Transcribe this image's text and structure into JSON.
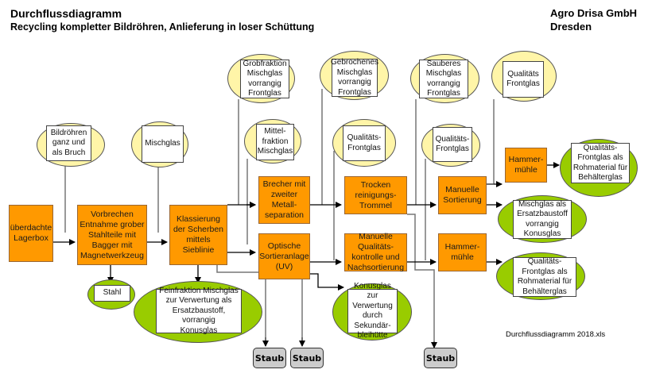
{
  "header": {
    "title": "Durchflussdiagramm",
    "subtitle": "Recycling kompletter Bildröhren, Anlieferung in loser Schüttung",
    "company": "Agro Drisa GmbH",
    "city": "Dresden"
  },
  "colors": {
    "process": "#ff9900",
    "input_ellipse": "#fff5a8",
    "output_ellipse": "#99cc00",
    "waste": "#cccccc",
    "line": "#777777"
  },
  "process_steps": {
    "lagerbox": "überdachte\nLagerbox",
    "vorbrechen": "Vorbrechen\nEntnahme grober\nStahlteile  mit\nBagger mit\nMagnetwerkzeug",
    "klassierung": "Klassierung\nder Scherben\nmittels\nSieblinie",
    "brecher": "Brecher mit\nzweiter\nMetall-\nseparation",
    "optische": "Optische\nSortieranlage\n(UV)",
    "trocken": "Trocken\nreinigungs-\nTrommel",
    "manuelle_qk": "Manuelle\nQualitäts-\nkontrolle und\nNachsortierung",
    "manuelle_sort": "Manuelle\nSortierung",
    "hammer1": "Hammer-\nmühle",
    "hammer2": "Hammer-\nmühle"
  },
  "material_inputs": {
    "bildroehren": "Bildröhren\nganz und\nals Bruch",
    "mischglas": "Mischglas",
    "grobfraktion": "Grobfraktion\nMischglas\nvorrangig\nFrontglas",
    "mittelfraktion": "Mittel-\nfraktion\nMischglas",
    "gebrochenes": "Gebrochenes\nMischglas\nvorrangig\nFrontglas",
    "qualitaet1": "Qualitäts-\nFrontglas",
    "sauberes": "Sauberes\nMischglas\nvorrangig\nFrontglas",
    "qualitaet2": "Qualitäts-\nFrontglas",
    "qualitaet3": "Qualitäts\nFrontglas"
  },
  "outputs": {
    "stahl": "Stahl",
    "feinfraktion": "Feinfraktion Mischglas\nzur Verwertung als\nErsatzbaustoff, vorrangig\nKonusglas",
    "konusglas": "Konusglas zur\nVerwertung durch\nSekundär-\nbleihütte",
    "qf_behaelter1": "Qualitäts-\nFrontglas als\nRohmaterial für\nBehälterglas",
    "mischglas_ersatz": "Mischglas als\nErsatzbaustoff\nvorrangig\nKonusglas",
    "qf_behaelter2": "Qualitäts-\nFrontglas als\nRohmaterial für\nBehälterglas"
  },
  "waste": {
    "staub1": "Staub",
    "staub2": "Staub",
    "staub3": "Staub"
  },
  "footer": {
    "filename": "Durchflussdiagramm 2018.xls"
  }
}
